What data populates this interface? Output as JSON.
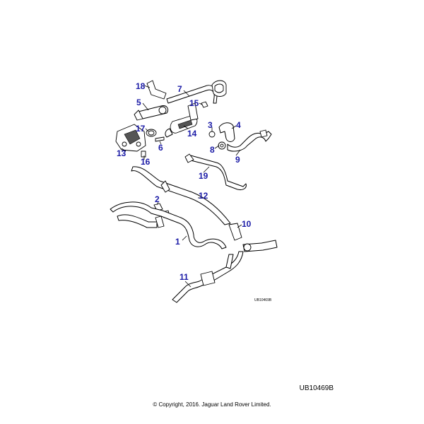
{
  "diagram": {
    "small_reference": "UB10469B",
    "callouts": [
      "18",
      "7",
      "5",
      "15",
      "17",
      "3",
      "4",
      "14",
      "13",
      "6",
      "8",
      "9",
      "16",
      "19",
      "12",
      "2",
      "10",
      "1",
      "11"
    ]
  },
  "footer": {
    "reference_code": "UB10469B",
    "copyright": "© Copyright, 2016. Jaguar Land Rover Limited."
  }
}
